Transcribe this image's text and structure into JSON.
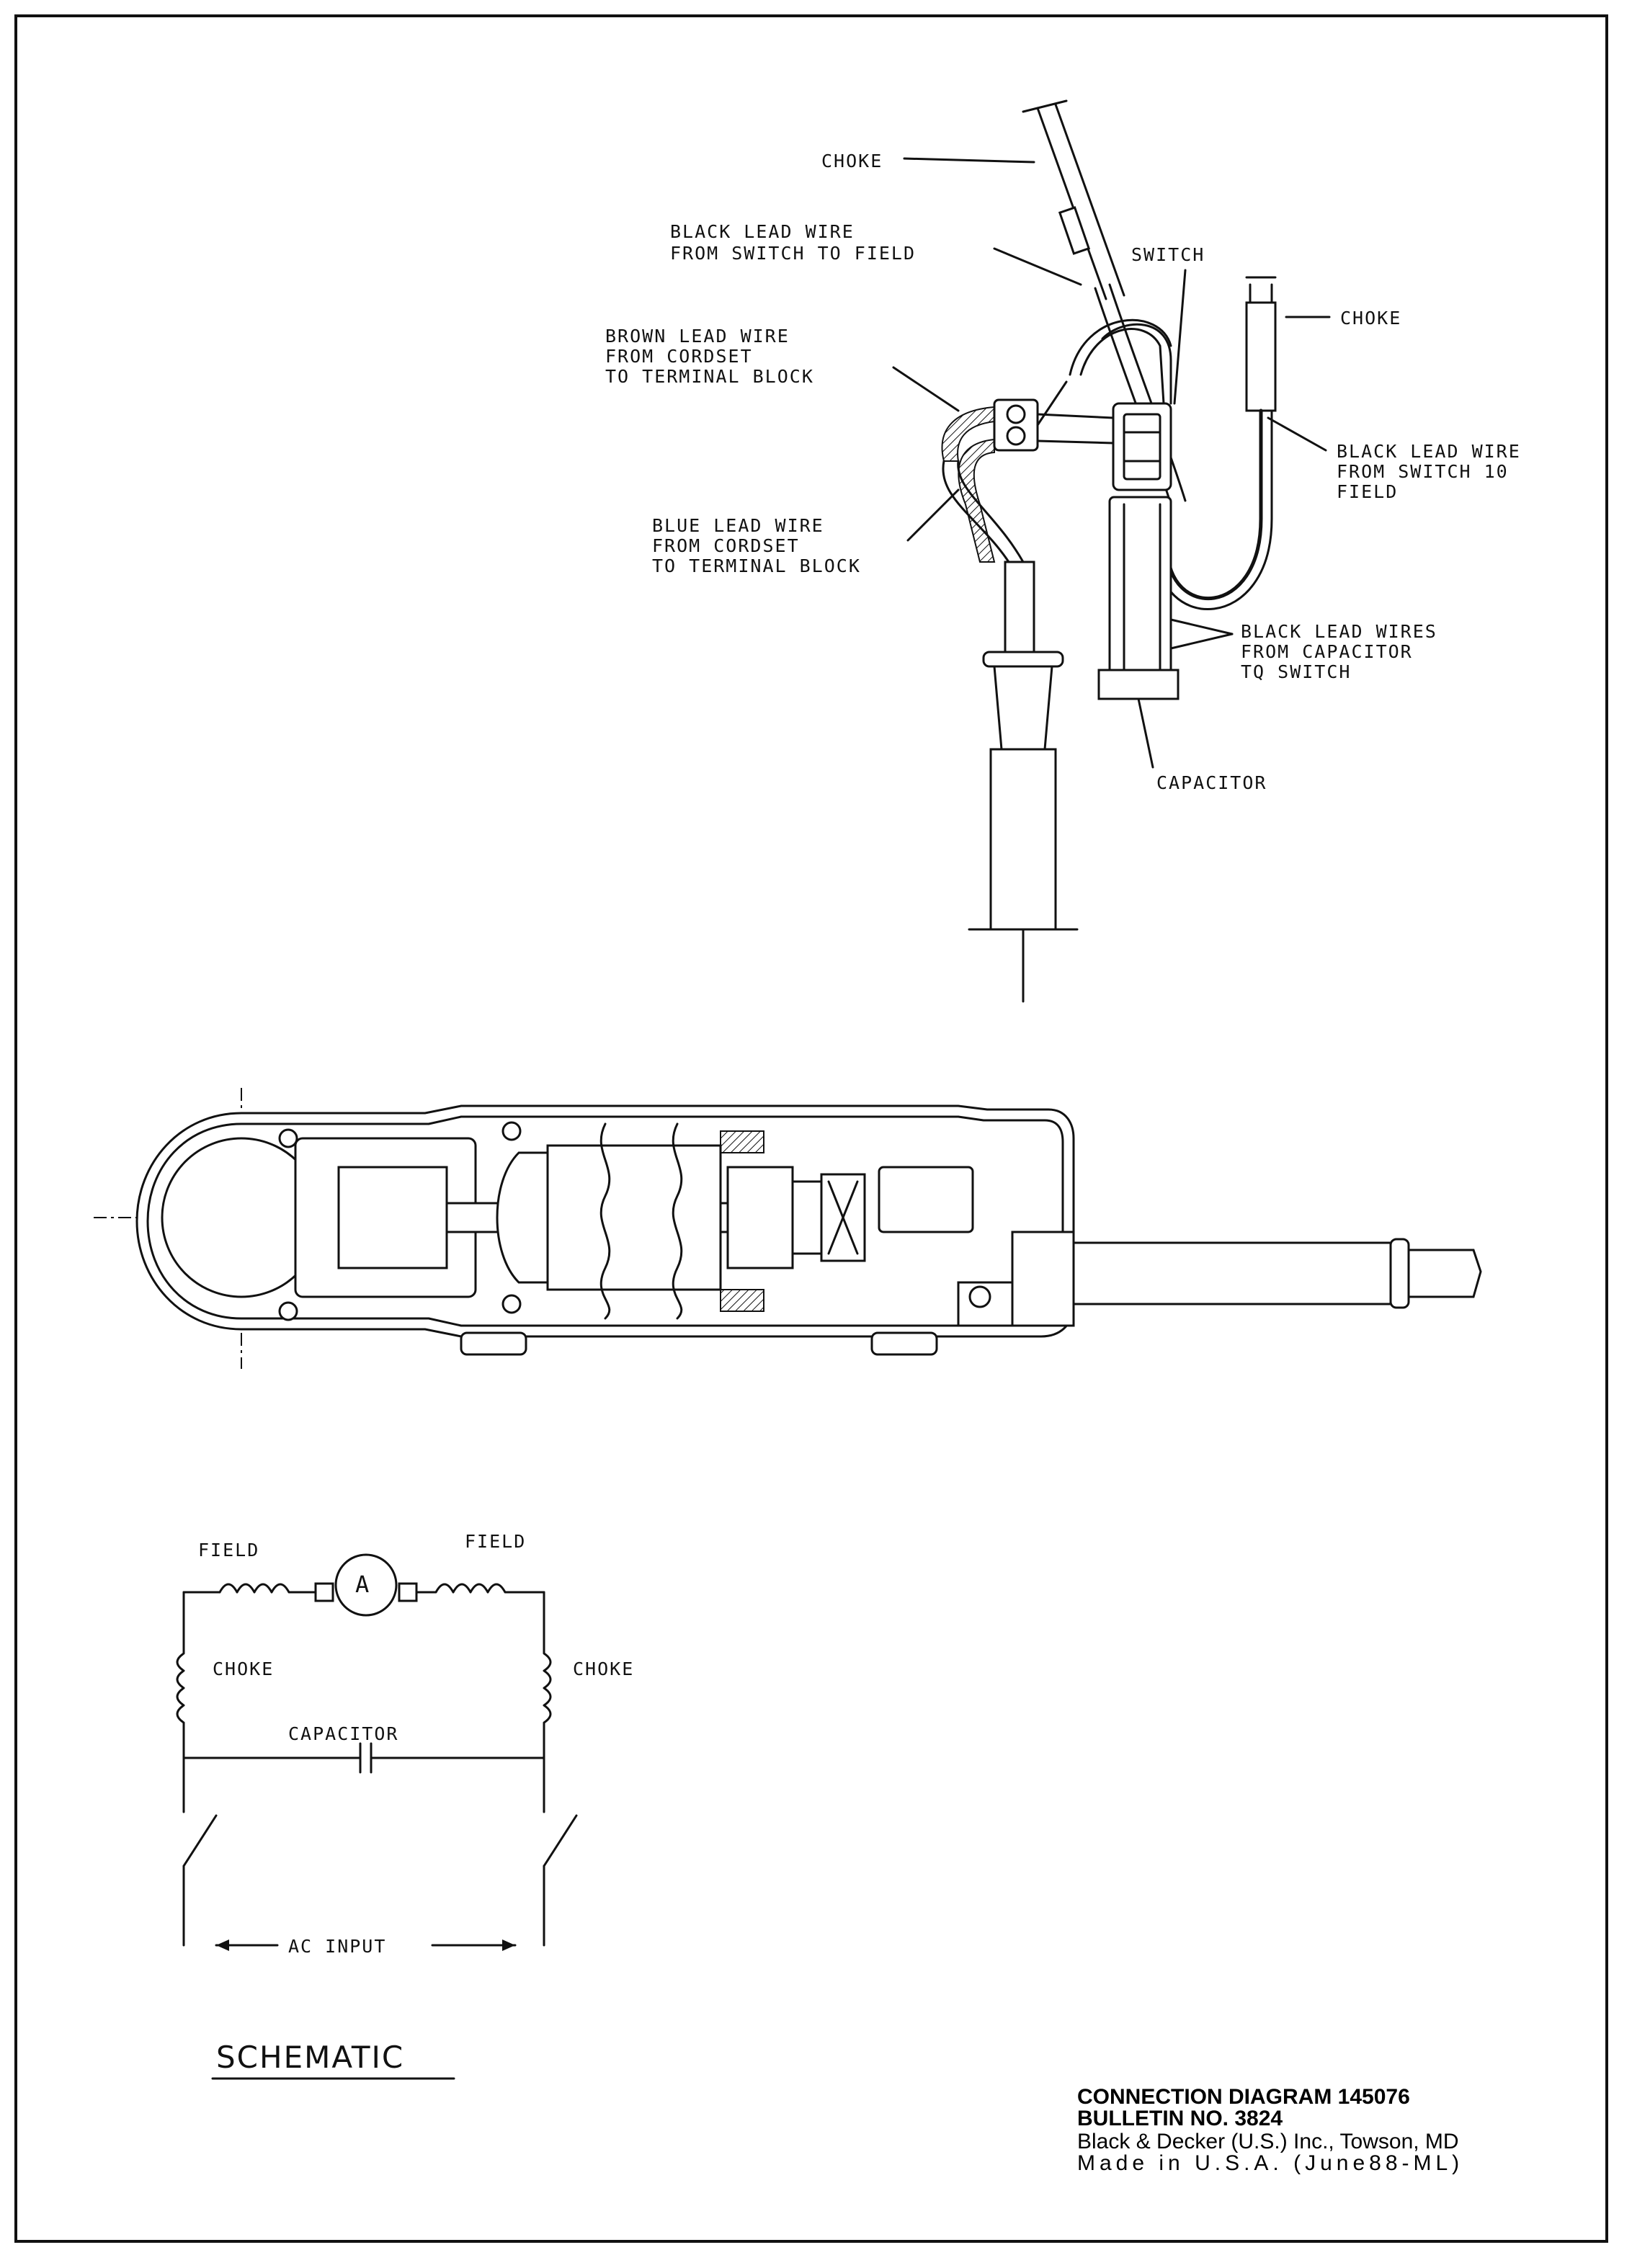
{
  "wiring_labels": {
    "choke_top": "CHOKE",
    "black_lead_field_1": [
      "BLACK LEAD WIRE",
      "FROM SWITCH TO FIELD"
    ],
    "switch": "SWITCH",
    "choke_right": "CHOKE",
    "brown_lead": [
      "BROWN LEAD WIRE",
      "FROM CORDSET",
      "TO TERMINAL BLOCK"
    ],
    "black_lead_field_2": [
      "BLACK LEAD WIRE",
      "FROM SWITCH 10",
      "FIELD"
    ],
    "blue_lead": [
      "BLUE LEAD WIRE",
      "FROM CORDSET",
      "TO TERMINAL BLOCK"
    ],
    "black_leads_capacitor": [
      "BLACK LEAD WIRES",
      "FROM CAPACITOR",
      "TQ SWITCH"
    ],
    "capacitor": "CAPACITOR"
  },
  "schematic": {
    "field_left": "FIELD",
    "field_right": "FIELD",
    "armature": "A",
    "choke_left": "CHOKE",
    "choke_right": "CHOKE",
    "capacitor": "CAPACITOR",
    "ac_input": "AC INPUT",
    "title": "SCHEMATIC"
  },
  "title_block": {
    "line1": "CONNECTION DIAGRAM 145076",
    "line2": "BULLETIN NO. 3824",
    "line3": "Black & Decker (U.S.) Inc., Towson, MD",
    "line4": "Made in U.S.A. (June88-ML)"
  }
}
